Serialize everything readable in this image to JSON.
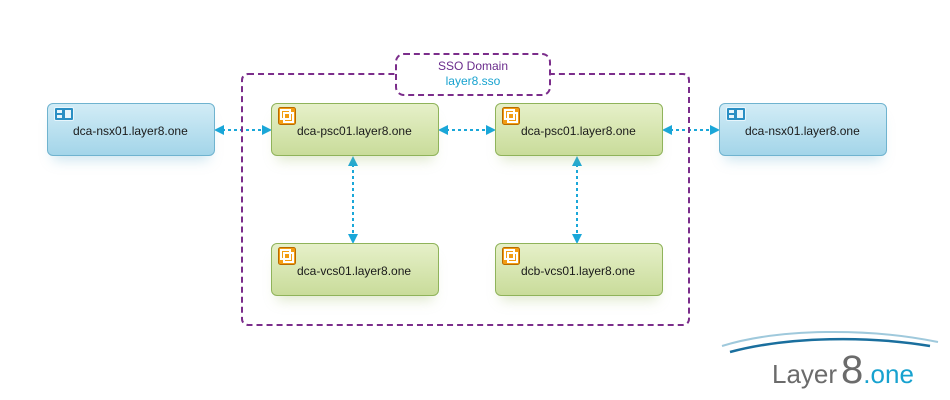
{
  "sso_domain": {
    "title": "SSO Domain",
    "domain": "layer8.sso"
  },
  "nodes": {
    "nsx_left": {
      "label": "dca-nsx01.layer8.one",
      "icon": "nsx-icon"
    },
    "psc_left": {
      "label": "dca-psc01.layer8.one",
      "icon": "vsphere-icon"
    },
    "psc_right": {
      "label": "dca-psc01.layer8.one",
      "icon": "vsphere-icon"
    },
    "nsx_right": {
      "label": "dca-nsx01.layer8.one",
      "icon": "nsx-icon"
    },
    "vcs_left": {
      "label": "dca-vcs01.layer8.one",
      "icon": "vsphere-icon"
    },
    "vcs_right": {
      "label": "dcb-vcs01.layer8.one",
      "icon": "vsphere-icon"
    }
  },
  "connections": [
    {
      "from": "nsx_left",
      "to": "psc_left"
    },
    {
      "from": "psc_left",
      "to": "psc_right"
    },
    {
      "from": "psc_right",
      "to": "nsx_right"
    },
    {
      "from": "psc_left",
      "to": "vcs_left"
    },
    {
      "from": "psc_right",
      "to": "vcs_right"
    }
  ],
  "logo": {
    "word": "Layer",
    "number": "8",
    "suffix": ".one"
  },
  "colors": {
    "sso_border": "#7b2d8b",
    "sso_domain_text": "#17a2cf",
    "connector": "#1aa7d9",
    "green_border": "#8fb35a",
    "blue_border": "#6fb3cf"
  }
}
